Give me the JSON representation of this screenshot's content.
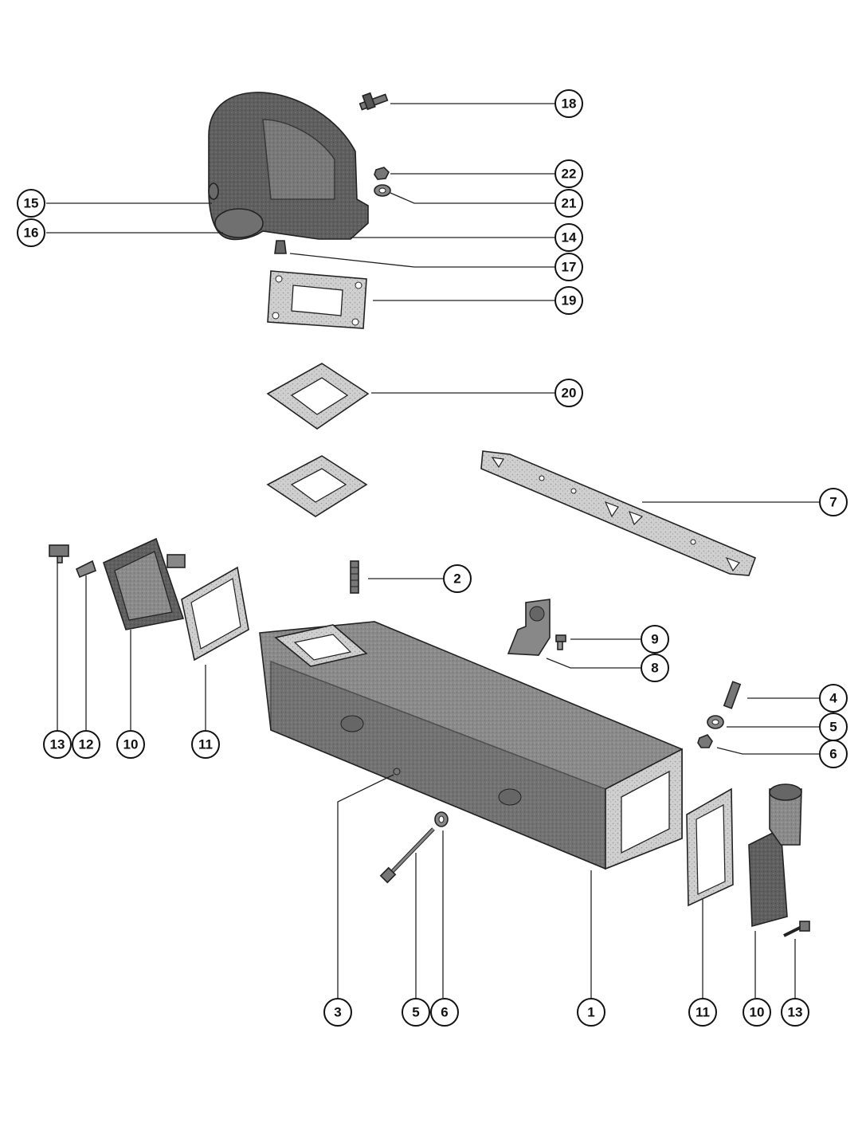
{
  "diagram": {
    "callouts": [
      {
        "id": "c18",
        "label": "18"
      },
      {
        "id": "c22",
        "label": "22"
      },
      {
        "id": "c21",
        "label": "21"
      },
      {
        "id": "c15",
        "label": "15"
      },
      {
        "id": "c16",
        "label": "16"
      },
      {
        "id": "c14",
        "label": "14"
      },
      {
        "id": "c17",
        "label": "17"
      },
      {
        "id": "c19",
        "label": "19"
      },
      {
        "id": "c20",
        "label": "20"
      },
      {
        "id": "c7",
        "label": "7"
      },
      {
        "id": "c2",
        "label": "2"
      },
      {
        "id": "c9",
        "label": "9"
      },
      {
        "id": "c8",
        "label": "8"
      },
      {
        "id": "c4",
        "label": "4"
      },
      {
        "id": "c5r",
        "label": "5"
      },
      {
        "id": "c6r",
        "label": "6"
      },
      {
        "id": "c13l",
        "label": "13"
      },
      {
        "id": "c12",
        "label": "12"
      },
      {
        "id": "c10l",
        "label": "10"
      },
      {
        "id": "c11l",
        "label": "11"
      },
      {
        "id": "c3",
        "label": "3"
      },
      {
        "id": "c5b",
        "label": "5"
      },
      {
        "id": "c6b",
        "label": "6"
      },
      {
        "id": "c1",
        "label": "1"
      },
      {
        "id": "c11r",
        "label": "11"
      },
      {
        "id": "c10r",
        "label": "10"
      },
      {
        "id": "c13r",
        "label": "13"
      }
    ]
  },
  "colors": {
    "line": "#222222",
    "casting_dark": "#5e5e5e",
    "casting_mid": "#8a8a8a",
    "gasket": "#c8c8c8",
    "background": "#ffffff"
  }
}
